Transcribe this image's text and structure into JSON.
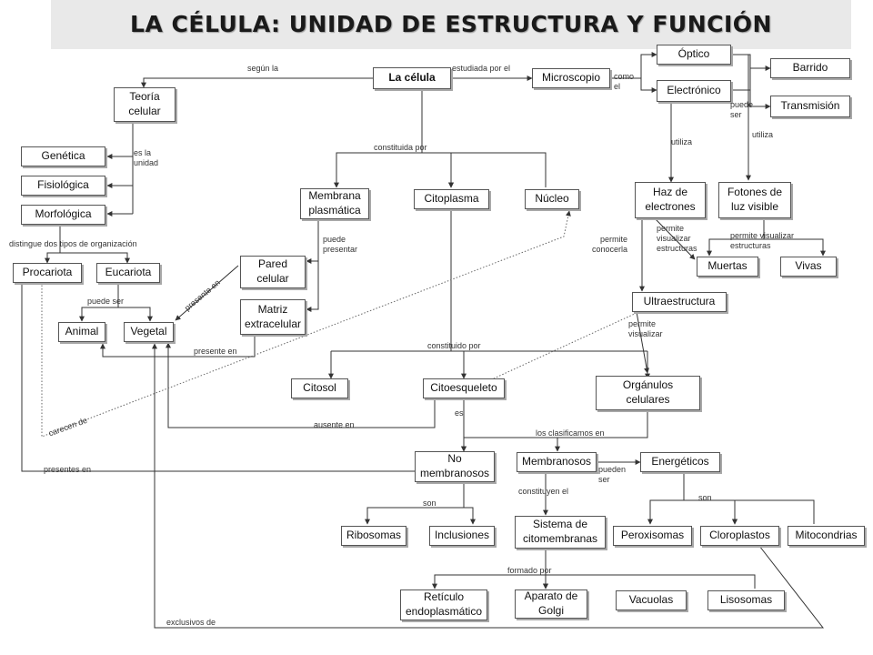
{
  "title": "LA CÉLULA: UNIDAD DE ESTRUCTURA Y FUNCIÓN",
  "nodes": {
    "la_celula": "La célula",
    "microscopio": "Microscopio",
    "optico": "Óptico",
    "electronico": "Electrónico",
    "barrido": "Barrido",
    "transmision": "Transmisión",
    "teoria_celular": "Teoría\ncelular",
    "genetica": "Genética",
    "fisiologica": "Fisiológica",
    "morfologica": "Morfológica",
    "procariota": "Procariota",
    "eucariota": "Eucariota",
    "animal": "Animal",
    "vegetal": "Vegetal",
    "membrana_plasmatica": "Membrana\nplasmática",
    "citoplasma": "Citoplasma",
    "nucleo": "Núcleo",
    "pared_celular": "Pared\ncelular",
    "matriz_extracelular": "Matriz\nextracelular",
    "haz_electrones": "Haz de\nelectrones",
    "fotones": "Fotones de\nluz visible",
    "muertas": "Muertas",
    "vivas": "Vivas",
    "ultraestructura": "Ultraestructura",
    "citosol": "Citosol",
    "citoesqueleto": "Citoesqueleto",
    "organulos": "Orgánulos\ncelulares",
    "no_membranosos": "No\nmembranosos",
    "membranosos": "Membranosos",
    "energeticos": "Energéticos",
    "ribosomas": "Ribosomas",
    "inclusiones": "Inclusiones",
    "sistema_citomembranas": "Sistema de\ncitomembranas",
    "peroxisomas": "Peroxisomas",
    "cloroplastos": "Cloroplastos",
    "mitocondrias": "Mitocondrias",
    "reticulo": "Retículo\nendoplasmático",
    "golgi": "Aparato de\nGolgi",
    "vacuolas": "Vacuolas",
    "lisosomas": "Lisosomas"
  },
  "labels": {
    "segun_la": "según la",
    "estudiada_por_el": "estudiada por el",
    "como_el": "como\nel",
    "puede_ser_1": "puede\nser",
    "es_la_unidad": "es la\nunidad",
    "distingue": "distingue  dos tipos de organización",
    "puede_ser_2": "puede  ser",
    "constituida_por": "constituida  por",
    "puede_presentar": "puede\npresentar",
    "presente_en_1": "presente en",
    "presente_en_2": "presente en",
    "utiliza_1": "utiliza",
    "utiliza_2": "utiliza",
    "permite_visualizar_estructuras_1": "permite\nvisualizar\nestructuras",
    "permite_visualizar_estructuras_2": "permite  visualizar\nestructuras",
    "permite_conocerla": "permite\nconocerla",
    "permite_visualizar": "permite\nvisualizar",
    "carecen_de": "carecen de",
    "constituido_por": "constituido  por",
    "es": "es",
    "ausente_en": "ausente en",
    "los_clasificamos_en": "los clasificamos en",
    "presentes_en": "presentes en",
    "pueden_ser": "pueden\nser",
    "son_1": "son",
    "son_2": "son",
    "constituyen_el": "constituyen el",
    "formado_por": "formado  por",
    "exclusivos_de": "exclusivos de"
  }
}
